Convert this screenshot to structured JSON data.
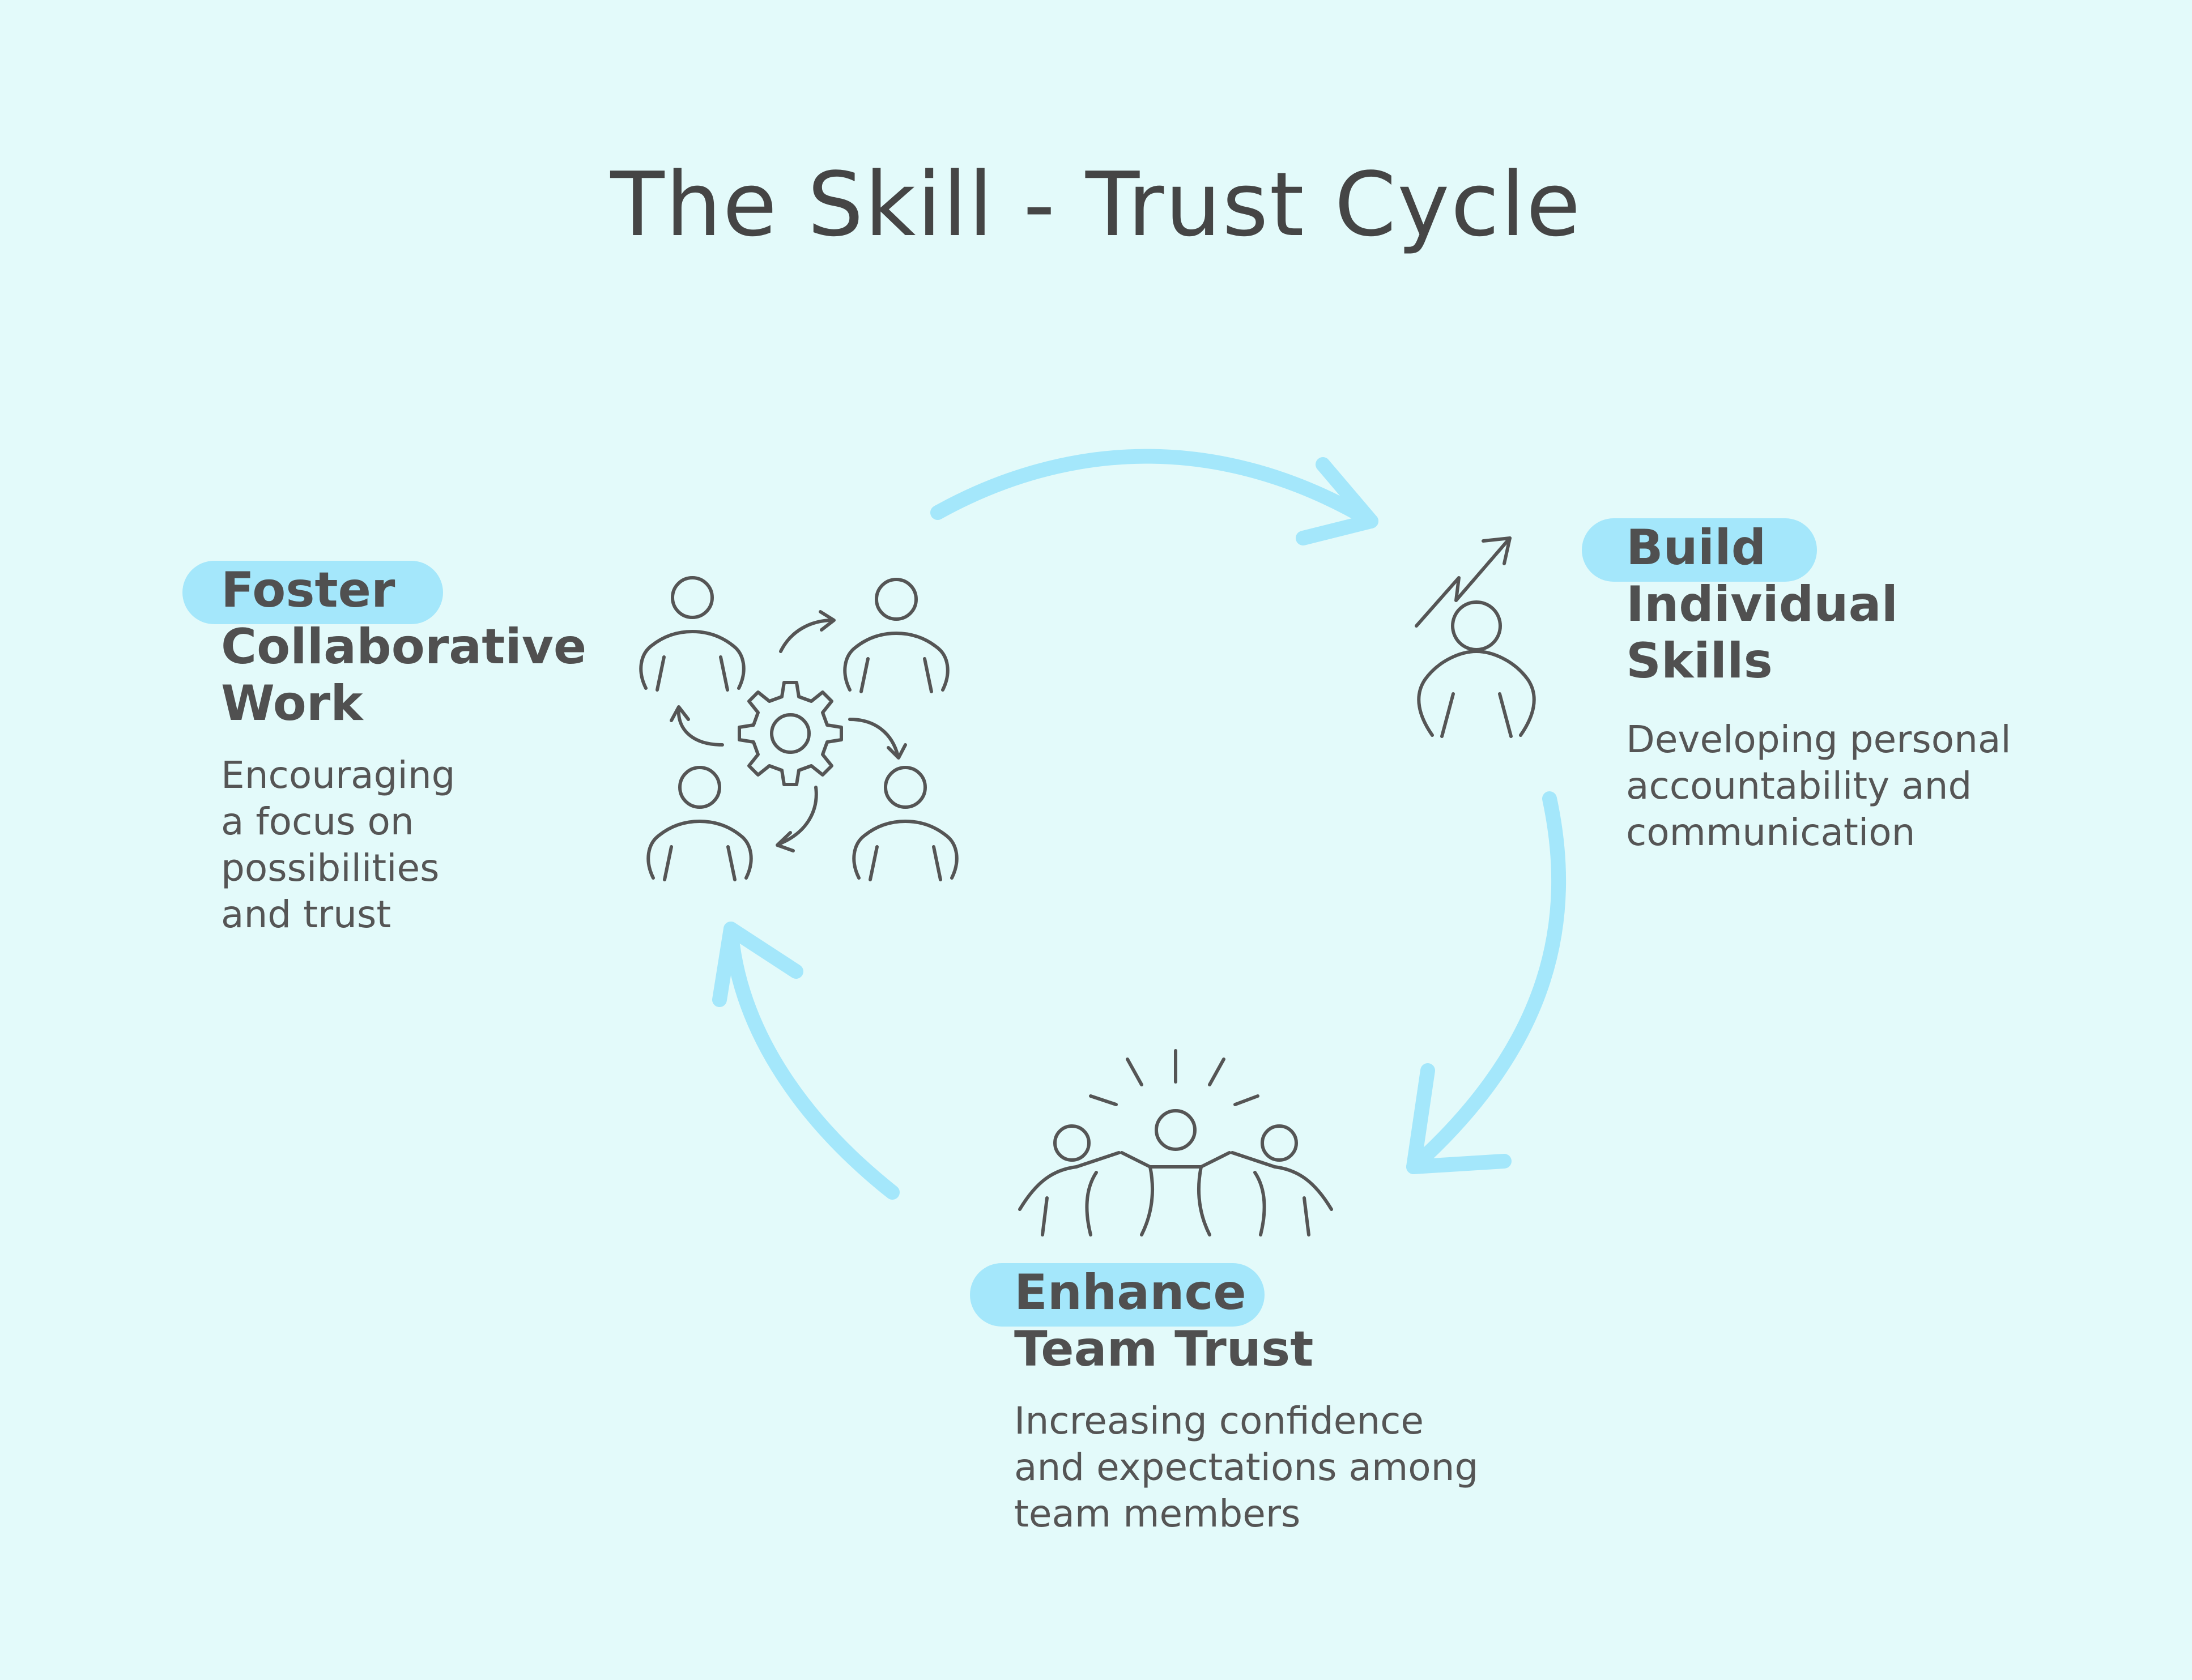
{
  "title": "The Skill - Trust Cycle",
  "colors": {
    "background": "#e3fafa",
    "arrow": "#a4e7fb",
    "pill": "#a4e7fb",
    "icon": "#555555",
    "text": "#4a4a4a"
  },
  "steps": [
    {
      "id": "build",
      "title_lines": [
        "Build",
        "Individual",
        "Skills"
      ],
      "desc_lines": [
        "Developing personal",
        "accountability and",
        "communication"
      ],
      "icon": "person-growth-arrow-icon"
    },
    {
      "id": "enhance",
      "title_lines": [
        "Enhance",
        "Team Trust"
      ],
      "desc_lines": [
        "Increasing confidence",
        "and expectations among",
        "team members"
      ],
      "icon": "team-celebration-icon"
    },
    {
      "id": "foster",
      "title_lines": [
        "Foster",
        "Collaborative",
        "Work"
      ],
      "desc_lines": [
        "Encouraging",
        "a focus on",
        "possibilities",
        "and trust"
      ],
      "icon": "team-gear-collaboration-icon"
    }
  ]
}
